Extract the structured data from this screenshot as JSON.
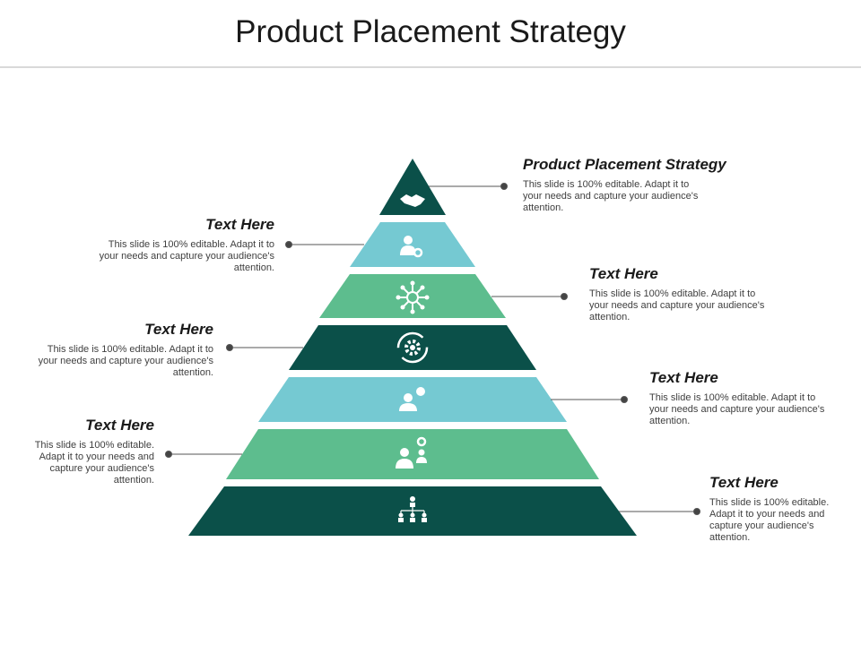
{
  "title": "Product Placement Strategy",
  "colors": {
    "dark_teal": "#0b5049",
    "light_blue": "#75c9d2",
    "green": "#5dbd8e",
    "connector": "#555555",
    "icon": "#ffffff"
  },
  "layers": [
    {
      "color": "dark_teal",
      "icon": "handshake-icon"
    },
    {
      "color": "light_blue",
      "icon": "user-gear-icon"
    },
    {
      "color": "green",
      "icon": "network-hub-icon"
    },
    {
      "color": "dark_teal",
      "icon": "circular-gear-icon"
    },
    {
      "color": "light_blue",
      "icon": "user-dollar-icon"
    },
    {
      "color": "green",
      "icon": "team-gear-icon"
    },
    {
      "color": "dark_teal",
      "icon": "org-chart-icon"
    }
  ],
  "callouts": [
    {
      "heading": "Product Placement Strategy",
      "body": "This slide is 100% editable. Adapt it to your needs and capture your audience's attention."
    },
    {
      "heading": "Text Here",
      "body": "This slide is 100% editable. Adapt it to your needs and capture your audience's attention."
    },
    {
      "heading": "Text Here",
      "body": "This slide is 100% editable. Adapt it to your needs and capture your audience's attention."
    },
    {
      "heading": "Text Here",
      "body": "This slide is 100% editable. Adapt it to your needs and capture your audience's attention."
    },
    {
      "heading": "Text Here",
      "body": "This slide is 100% editable. Adapt it to your needs and capture your audience's attention."
    },
    {
      "heading": "Text Here",
      "body": "This slide is 100% editable. Adapt it to your needs and capture your audience's attention."
    },
    {
      "heading": "Text Here",
      "body": "This slide is 100% editable. Adapt it to your needs and capture your audience's attention."
    }
  ]
}
